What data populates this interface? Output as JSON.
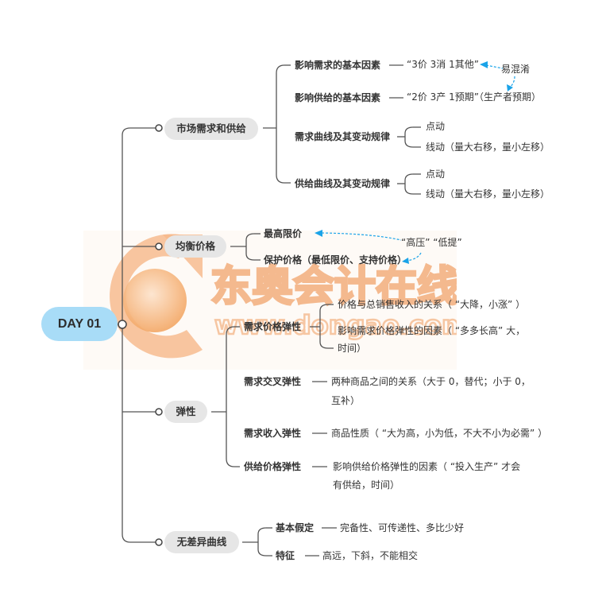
{
  "root": {
    "label": "DAY 01"
  },
  "watermark": {
    "text": "东奥会计在线",
    "url_text": "www.dongao.com",
    "color": "#f4a460"
  },
  "colors": {
    "root_fill": "#a8dcf7",
    "pill_fill": "#e6e6e6",
    "line": "#555555",
    "annotation_arrow": "#1aa3e8"
  },
  "branches": [
    {
      "label": "市场需求和供给",
      "children": [
        {
          "label": "影响需求的基本因素",
          "detail": "“3价 3消 1其他”"
        },
        {
          "label": "影响供给的基本因素",
          "detail": "“2价 3产 1预期”（生产者预期）"
        },
        {
          "label": "需求曲线及其变动规律",
          "items": [
            "点动",
            "线动（量大右移，量小左移）"
          ]
        },
        {
          "label": "供给曲线及其变动规律",
          "items": [
            "点动",
            "线动（量大右移，量小左移）"
          ]
        }
      ],
      "annotation": "易混淆"
    },
    {
      "label": "均衡价格",
      "children": [
        {
          "label": "最高限价"
        },
        {
          "label": "保护价格（最低限价、支持价格）"
        }
      ],
      "annotation": "“高压” “低提”"
    },
    {
      "label": "弹性",
      "children": [
        {
          "label": "需求价格弹性",
          "items": [
            "价格与总销售收入的关系（ “大降，小涨” ）",
            "影响需求价格弹性的因素（ “多多长高” 大，",
            "时间）"
          ]
        },
        {
          "label": "需求交叉弹性",
          "detail_lines": [
            "两种商品之间的关系（大于 0，替代；小于 0，",
            "互补）"
          ]
        },
        {
          "label": "需求收入弹性",
          "detail": "商品性质（ “大为高，小为低，不大不小为必需” ）"
        },
        {
          "label": "供给价格弹性",
          "detail_lines": [
            "影响供给价格弹性的因素（ “投入生产” 才会",
            "有供给，时间）"
          ]
        }
      ]
    },
    {
      "label": "无差异曲线",
      "children": [
        {
          "label": "基本假定",
          "detail": "完备性、可传递性、多比少好"
        },
        {
          "label": "特征",
          "detail": "高远，下斜，不能相交"
        }
      ]
    }
  ]
}
